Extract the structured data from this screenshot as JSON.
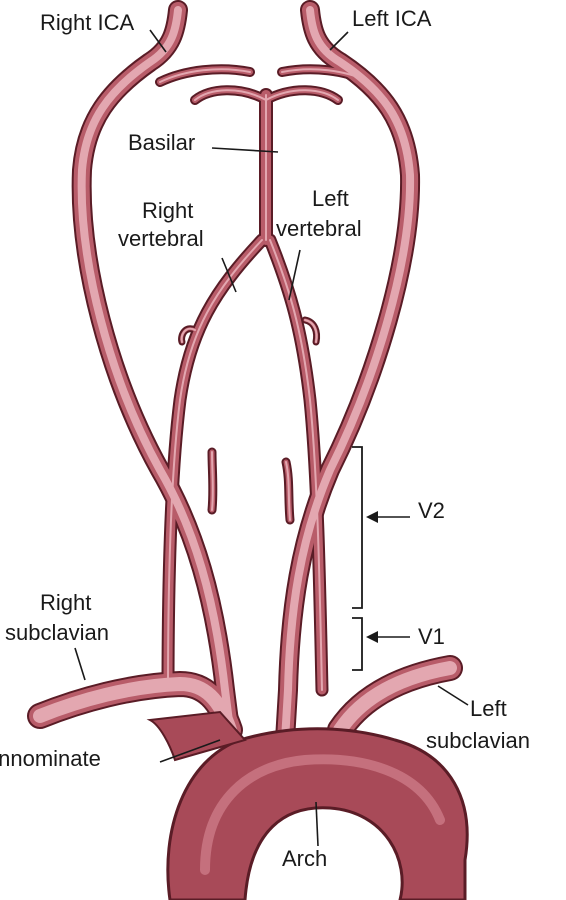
{
  "labels": {
    "right_ica": "Right ICA",
    "left_ica": "Left ICA",
    "basilar": "Basilar",
    "right_vertebral_1": "Right",
    "right_vertebral_2": "vertebral",
    "left_vertebral_1": "Left",
    "left_vertebral_2": "vertebral",
    "v2": "V2",
    "v1": "V1",
    "right_subclavian_1": "Right",
    "right_subclavian_2": "subclavian",
    "left_subclavian_1": "Left",
    "left_subclavian_2": "subclavian",
    "innominate": "Innominate",
    "arch": "Arch"
  },
  "colors": {
    "vessel_edge": "#5a1c26",
    "vessel_body": "#b85c69",
    "vessel_highlight": "#e3a7b0",
    "text": "#1a1a1a"
  }
}
